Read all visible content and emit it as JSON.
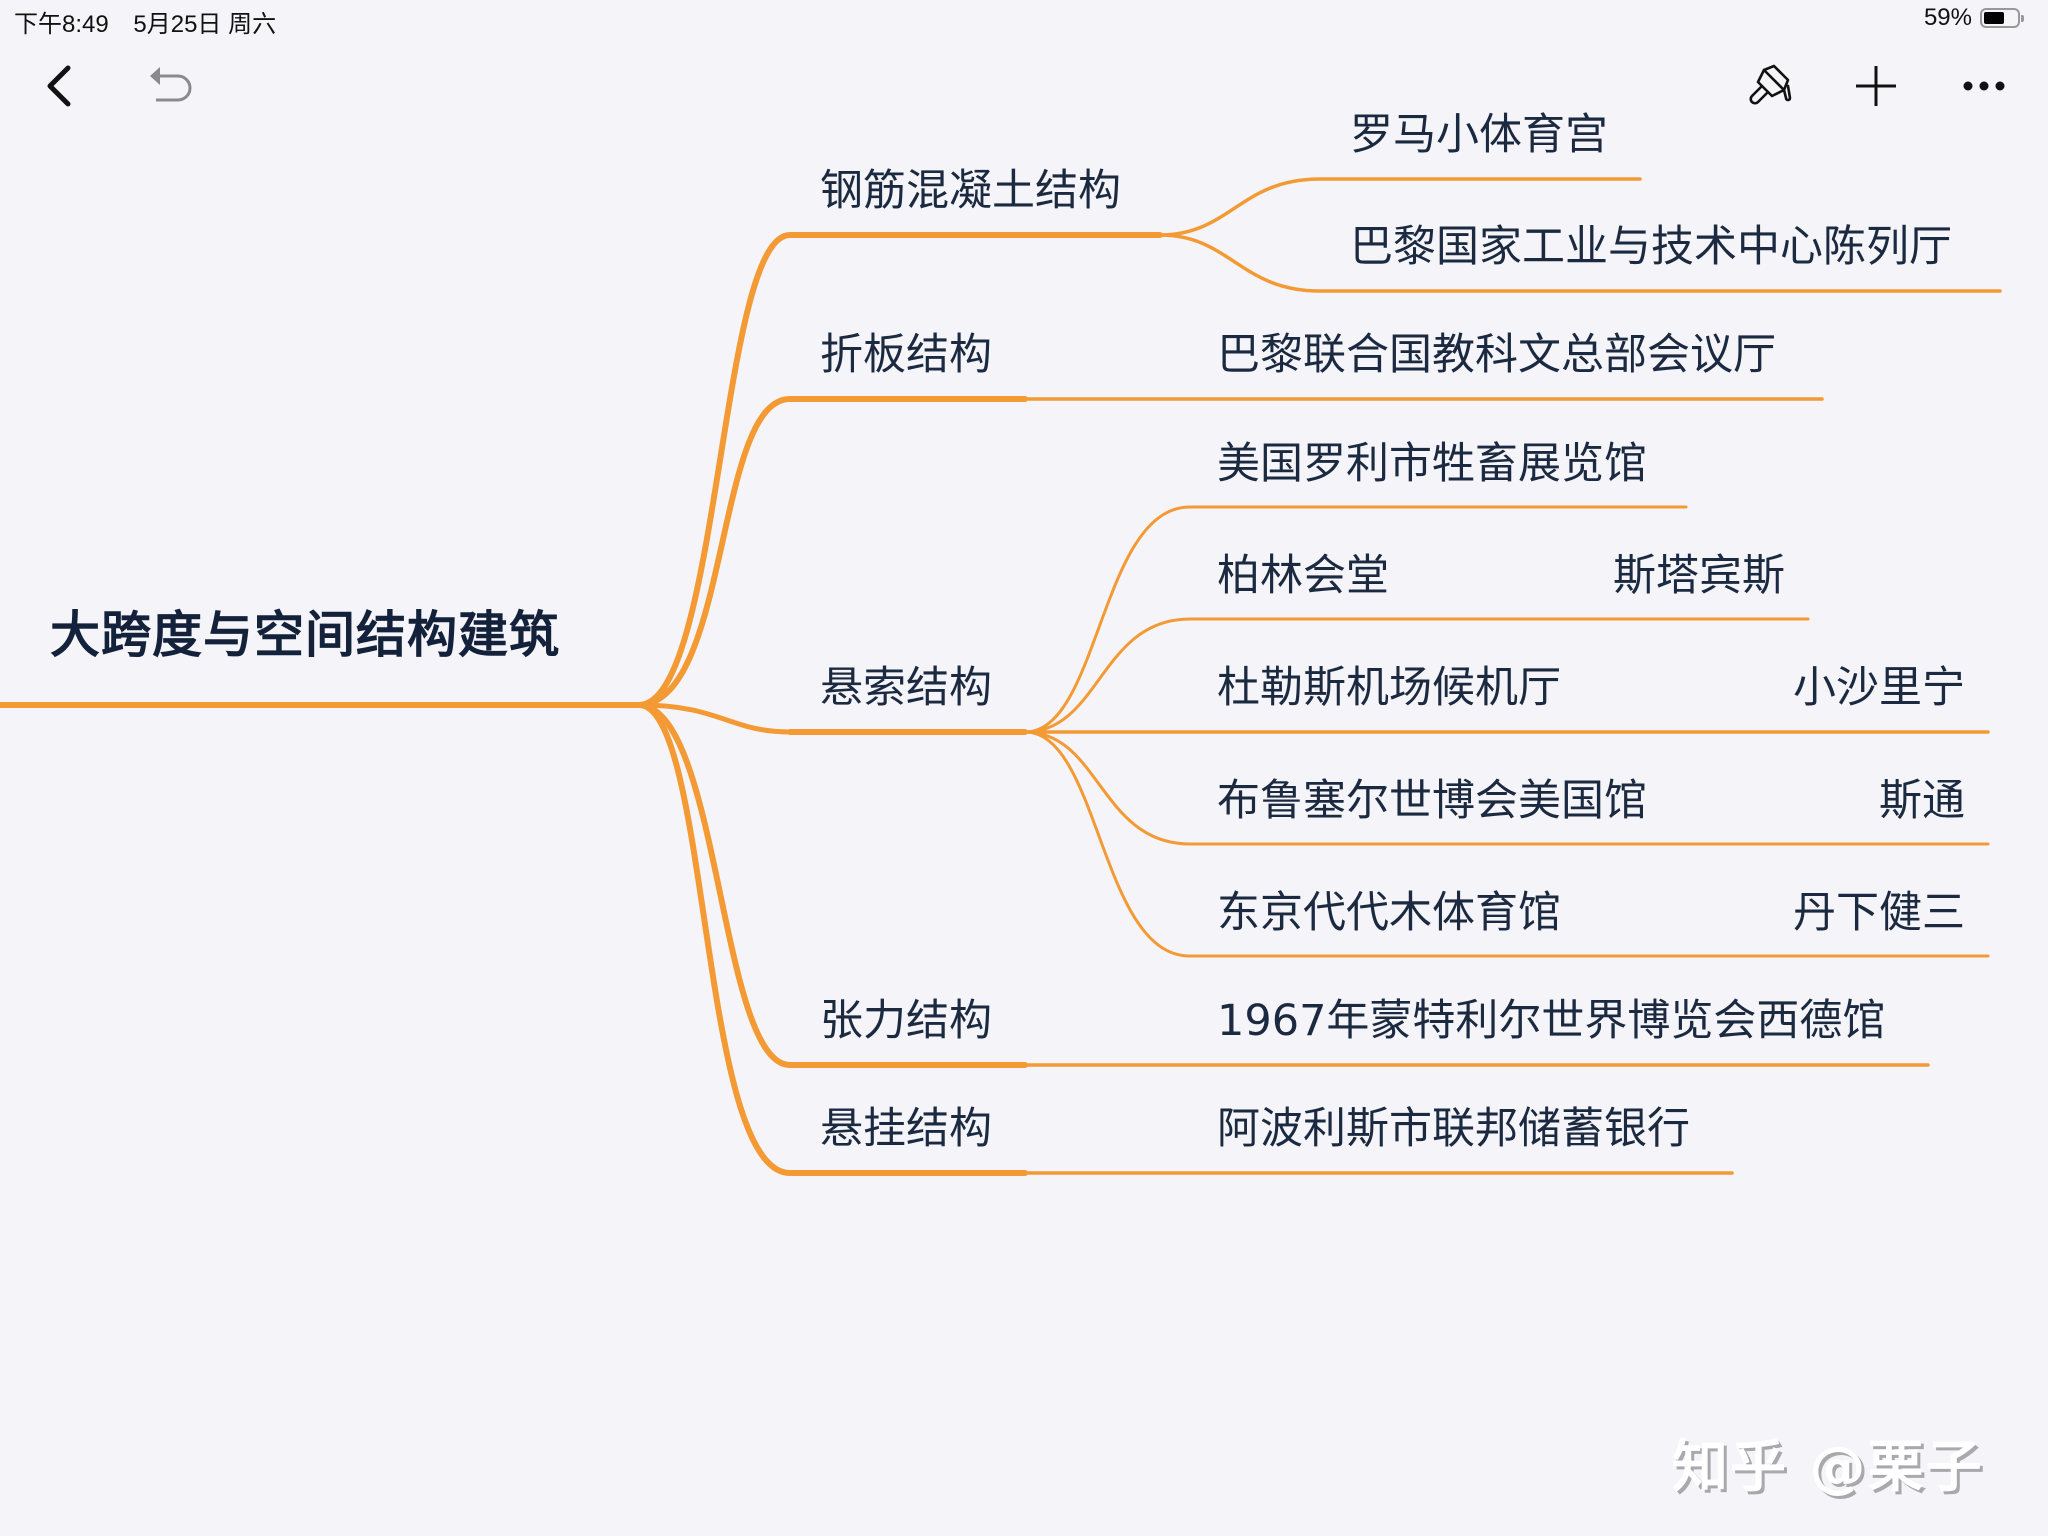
{
  "status_bar": {
    "time": "下午8:49",
    "date": "5月25日 周六",
    "battery_percent": "59%"
  },
  "toolbar": {
    "back_icon": "chevron-left-icon",
    "undo_icon": "undo-icon",
    "style_icon": "paintbrush-icon",
    "add_icon": "plus-icon",
    "more_icon": "ellipsis-icon"
  },
  "colors": {
    "accent": "#f39a35",
    "background": "#f5f5f9",
    "text": "#162338"
  },
  "mindmap": {
    "root": "大跨度与空间结构建筑",
    "branches": [
      {
        "label": "钢筋混凝土结构",
        "children": [
          {
            "label": "罗马小体育宫",
            "note": ""
          },
          {
            "label": "巴黎国家工业与技术中心陈列厅",
            "note": ""
          }
        ]
      },
      {
        "label": "折板结构",
        "children": [
          {
            "label": "巴黎联合国教科文总部会议厅",
            "note": ""
          }
        ]
      },
      {
        "label": "悬索结构",
        "children": [
          {
            "label": "美国罗利市牲畜展览馆",
            "note": ""
          },
          {
            "label": "柏林会堂",
            "note": "斯塔宾斯"
          },
          {
            "label": "杜勒斯机场候机厅",
            "note": "小沙里宁"
          },
          {
            "label": "布鲁塞尔世博会美国馆",
            "note": "斯通"
          },
          {
            "label": "东京代代木体育馆",
            "note": "丹下健三"
          }
        ]
      },
      {
        "label": "张力结构",
        "children": [
          {
            "label": "1967年蒙特利尔世界博览会西德馆",
            "note": ""
          }
        ]
      },
      {
        "label": "悬挂结构",
        "children": [
          {
            "label": "阿波利斯市联邦储蓄银行",
            "note": ""
          }
        ]
      }
    ]
  },
  "watermark": "知乎 @栗子"
}
